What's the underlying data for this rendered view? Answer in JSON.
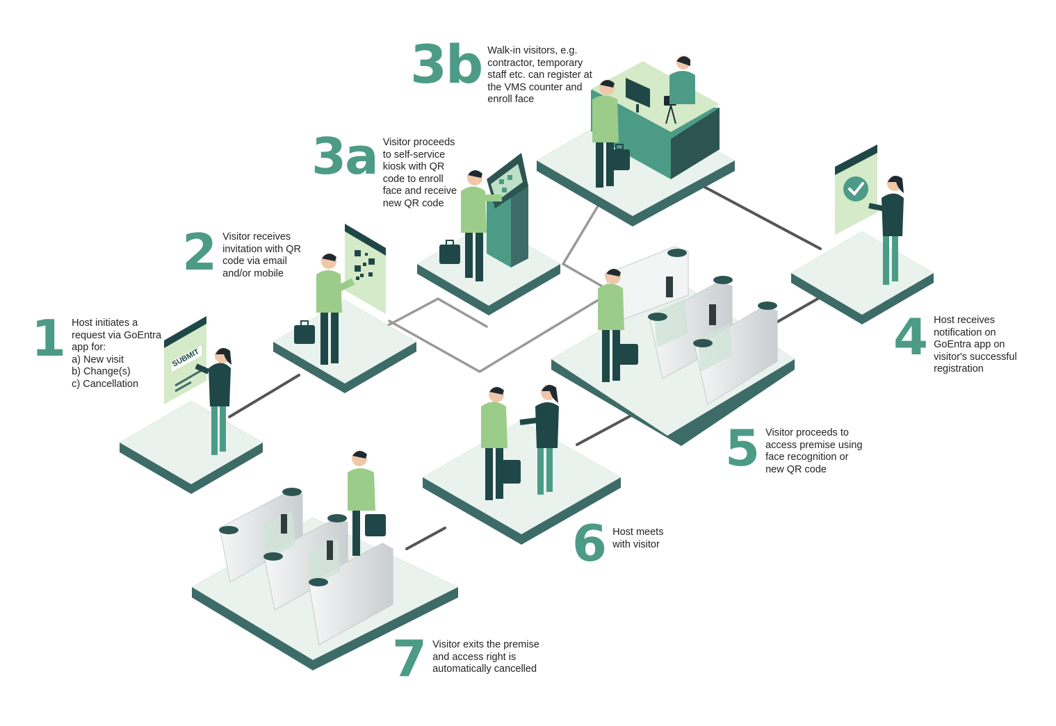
{
  "colors": {
    "accent": "#4c9b86",
    "platform_top": "#e9f2ec",
    "platform_side": "#3d6b67",
    "connector": "#555555",
    "connector_light": "#9a9a9a",
    "shirt": "#9ccc8a",
    "dark": "#1f4747",
    "panel": "#d5eac8"
  },
  "steps": [
    {
      "number": "1",
      "text": "Host initiates a\nrequest via GoEntra\napp for:\na) New visit\nb) Change(s)\nc) Cancellation"
    },
    {
      "number": "2",
      "text": "Visitor receives\ninvitation with QR\ncode via email\nand/or mobile"
    },
    {
      "number": "3a",
      "text": "Visitor proceeds\nto self-service\nkiosk with QR\ncode to enroll\nface and receive\nnew QR code"
    },
    {
      "number": "3b",
      "text": "Walk-in visitors, e.g.\ncontractor, temporary\nstaff etc. can register at\nthe VMS counter and\nenroll face"
    },
    {
      "number": "4",
      "text": "Host receives\nnotification on\nGoEntra app on\nvisitor's successful\nregistration"
    },
    {
      "number": "5",
      "text": "Visitor proceeds to\naccess premise using\nface recognition or\nnew QR code"
    },
    {
      "number": "6",
      "text": "Host meets\nwith visitor"
    },
    {
      "number": "7",
      "text": "Visitor exits the premise\nand access right is\nautomatically cancelled"
    }
  ],
  "submit_panel": {
    "label": "SUBMIT",
    "icon": "form-icon"
  },
  "icons": [
    "qr-code-icon",
    "checkmark-icon",
    "kiosk-icon",
    "computer-monitor-icon",
    "camera-icon",
    "briefcase-icon",
    "turnstile-gate-icon"
  ]
}
